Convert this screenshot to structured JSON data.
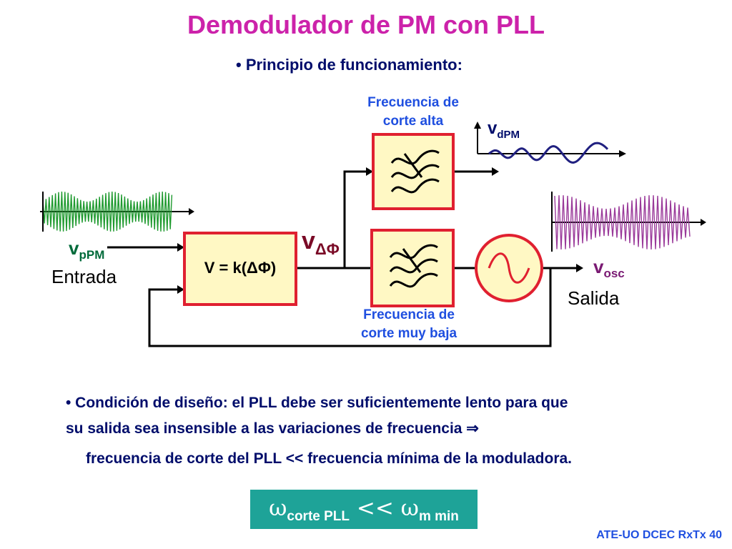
{
  "title": "Demodulador de PM con PLL",
  "subtitle": "• Principio de funcionamiento:",
  "diagram": {
    "top_filter_label_line1": "Frecuencia de",
    "top_filter_label_line2": "corte alta",
    "bottom_filter_label_line1": "Frecuencia de",
    "bottom_filter_label_line2": "corte muy baja",
    "input_var": "v",
    "input_var_sub": "pPM",
    "input_label": "Entrada",
    "output_var": "v",
    "output_var_sub": "osc",
    "output_label": "Salida",
    "demod_var": "v",
    "demod_var_sub": "dPM",
    "phase_var": "v",
    "phase_var_sub": "ΔΦ",
    "phase_detector_label": "V = k(ΔΦ)"
  },
  "condition": {
    "line1": "• Condición de diseño: el PLL debe ser suficientemente lento para que",
    "line2": "su salida sea insensible a las variaciones de frecuencia ⇒",
    "line3": "frecuencia de corte del PLL << frecuencia mínima de la moduladora."
  },
  "formula": {
    "omega1": "ω",
    "sub1": "corte PLL",
    "op": " << ",
    "omega2": "ω",
    "sub2": "m min"
  },
  "footer": "ATE-UO DCEC RxTx 40",
  "colors": {
    "title": "#cc22aa",
    "text_dark": "#000d6b",
    "label_blue": "#1f4fe0",
    "box_border": "#e02030",
    "box_fill": "#fff8c4",
    "green_signal": "#1f9a2f",
    "purple_signal": "#9a3a9a",
    "navy_wave": "#202080",
    "formula_bg": "#1ea398"
  }
}
